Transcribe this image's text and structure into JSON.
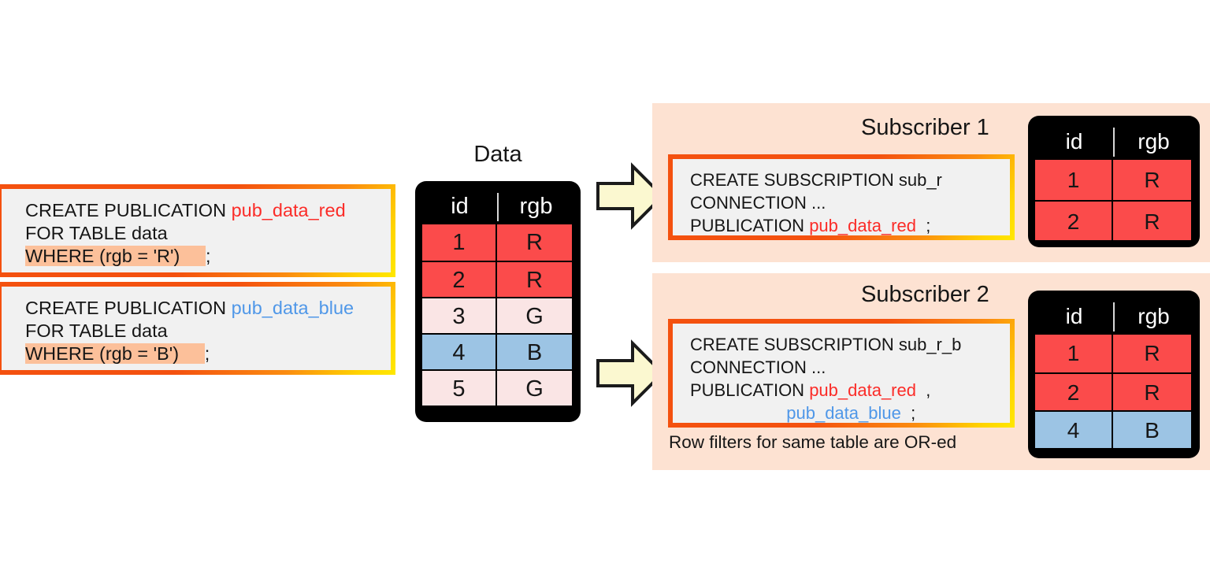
{
  "publications": [
    {
      "name": "pub-data-red",
      "lines": [
        {
          "parts": [
            {
              "t": "CREATE PUBLICATION ",
              "c": "plain"
            },
            {
              "t": "pub_data_red",
              "c": "red"
            }
          ]
        },
        {
          "parts": [
            {
              "t": "FOR TABLE data",
              "c": "plain"
            }
          ]
        },
        {
          "parts": [
            {
              "t": "WHERE (rgb = 'R')     ",
              "c": "hl"
            },
            {
              "t": ";",
              "c": "plain"
            }
          ]
        }
      ],
      "keyword": "CREATE PUBLICATION",
      "publication_name": "pub_data_red",
      "table_clause": "FOR TABLE data",
      "where_clause": "WHERE (rgb = 'R')",
      "terminator": ";"
    },
    {
      "name": "pub-data-blue",
      "lines": [
        {
          "parts": [
            {
              "t": "CREATE PUBLICATION ",
              "c": "plain"
            },
            {
              "t": "pub_data_blue",
              "c": "blue"
            }
          ]
        },
        {
          "parts": [
            {
              "t": "FOR TABLE data",
              "c": "plain"
            }
          ]
        },
        {
          "parts": [
            {
              "t": "WHERE (rgb = 'B')     ",
              "c": "hl"
            },
            {
              "t": ";",
              "c": "plain"
            }
          ]
        }
      ],
      "keyword": "CREATE PUBLICATION",
      "publication_name": "pub_data_blue",
      "table_clause": "FOR TABLE data",
      "where_clause": "WHERE (rgb = 'B')",
      "terminator": ";"
    }
  ],
  "data_table": {
    "title": "Data",
    "columns": [
      "id",
      "rgb"
    ],
    "rows": [
      {
        "id": "1",
        "rgb": "R",
        "color": "red"
      },
      {
        "id": "2",
        "rgb": "R",
        "color": "red"
      },
      {
        "id": "3",
        "rgb": "G",
        "color": "pink"
      },
      {
        "id": "4",
        "rgb": "B",
        "color": "blue"
      },
      {
        "id": "5",
        "rgb": "G",
        "color": "pink"
      }
    ]
  },
  "subscribers": [
    {
      "title": "Subscriber 1",
      "lines": [
        {
          "parts": [
            {
              "t": "CREATE SUBSCRIPTION sub_r",
              "c": "plain"
            }
          ]
        },
        {
          "parts": [
            {
              "t": "CONNECTION ...",
              "c": "plain"
            }
          ]
        },
        {
          "parts": [
            {
              "t": "PUBLICATION ",
              "c": "plain"
            },
            {
              "t": "pub_data_red",
              "c": "red"
            },
            {
              "t": "  ;",
              "c": "plain"
            }
          ]
        }
      ],
      "subscription_name": "sub_r",
      "connection": "CONNECTION ...",
      "publications": [
        "pub_data_red"
      ],
      "table": {
        "columns": [
          "id",
          "rgb"
        ],
        "rows": [
          {
            "id": "1",
            "rgb": "R",
            "color": "red"
          },
          {
            "id": "2",
            "rgb": "R",
            "color": "red"
          }
        ]
      },
      "note": ""
    },
    {
      "title": "Subscriber 2",
      "lines": [
        {
          "parts": [
            {
              "t": "CREATE SUBSCRIPTION sub_r_b",
              "c": "plain"
            }
          ]
        },
        {
          "parts": [
            {
              "t": "CONNECTION ...",
              "c": "plain"
            }
          ]
        },
        {
          "parts": [
            {
              "t": "PUBLICATION ",
              "c": "plain"
            },
            {
              "t": "pub_data_red",
              "c": "red"
            },
            {
              "t": "  ,",
              "c": "plain"
            }
          ]
        },
        {
          "parts": [
            {
              "t": "                    ",
              "c": "plain"
            },
            {
              "t": "pub_data_blue",
              "c": "blue"
            },
            {
              "t": "  ;",
              "c": "plain"
            }
          ]
        }
      ],
      "subscription_name": "sub_r_b",
      "connection": "CONNECTION ...",
      "publications": [
        "pub_data_red",
        "pub_data_blue"
      ],
      "table": {
        "columns": [
          "id",
          "rgb"
        ],
        "rows": [
          {
            "id": "1",
            "rgb": "R",
            "color": "red"
          },
          {
            "id": "2",
            "rgb": "R",
            "color": "red"
          },
          {
            "id": "4",
            "rgb": "B",
            "color": "blue"
          }
        ]
      },
      "note": "Row filters for same table are OR-ed"
    }
  ],
  "arrows": [
    {
      "name": "arrow-to-subscriber-1"
    },
    {
      "name": "arrow-to-subscriber-2"
    }
  ],
  "colors": {
    "red_text": "#fb2c28",
    "blue_text": "#4f97e8",
    "row_red": "#fb4b4b",
    "row_blue": "#9cc4e4",
    "row_pink": "#fae5e5",
    "panel_bg": "#fde2d2",
    "box_bg": "#f1f1f1",
    "border_orange": "#f4510f",
    "border_yellow": "#ffe800",
    "highlight": "#fcc09a",
    "arrow_fill": "#fbf8d0"
  }
}
